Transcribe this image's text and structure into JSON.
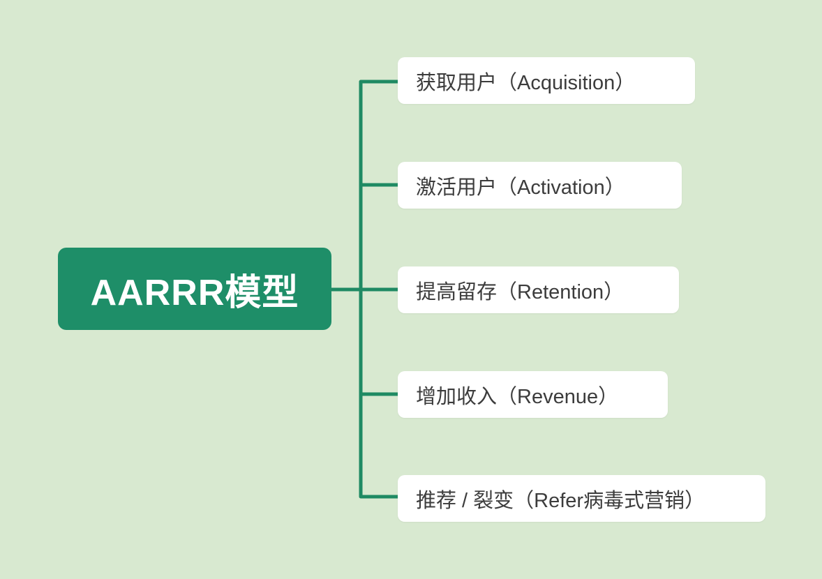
{
  "diagram": {
    "type": "mindmap",
    "title": "AARRR模型",
    "root": {
      "label": "AARRR模型"
    },
    "branches": [
      {
        "label": "获取用户（Acquisition）"
      },
      {
        "label": "激活用户（Activation）"
      },
      {
        "label": "提高留存（Retention）"
      },
      {
        "label": "增加收入（Revenue）"
      },
      {
        "label": "推荐 / 裂变（Refer病毒式营销）"
      }
    ],
    "colors": {
      "background": "#d8e9d0",
      "root_fill": "#1e8e68",
      "root_text": "#ffffff",
      "branch_fill": "#ffffff",
      "branch_text": "#3c3c3c",
      "connector": "#1f8a63"
    }
  }
}
